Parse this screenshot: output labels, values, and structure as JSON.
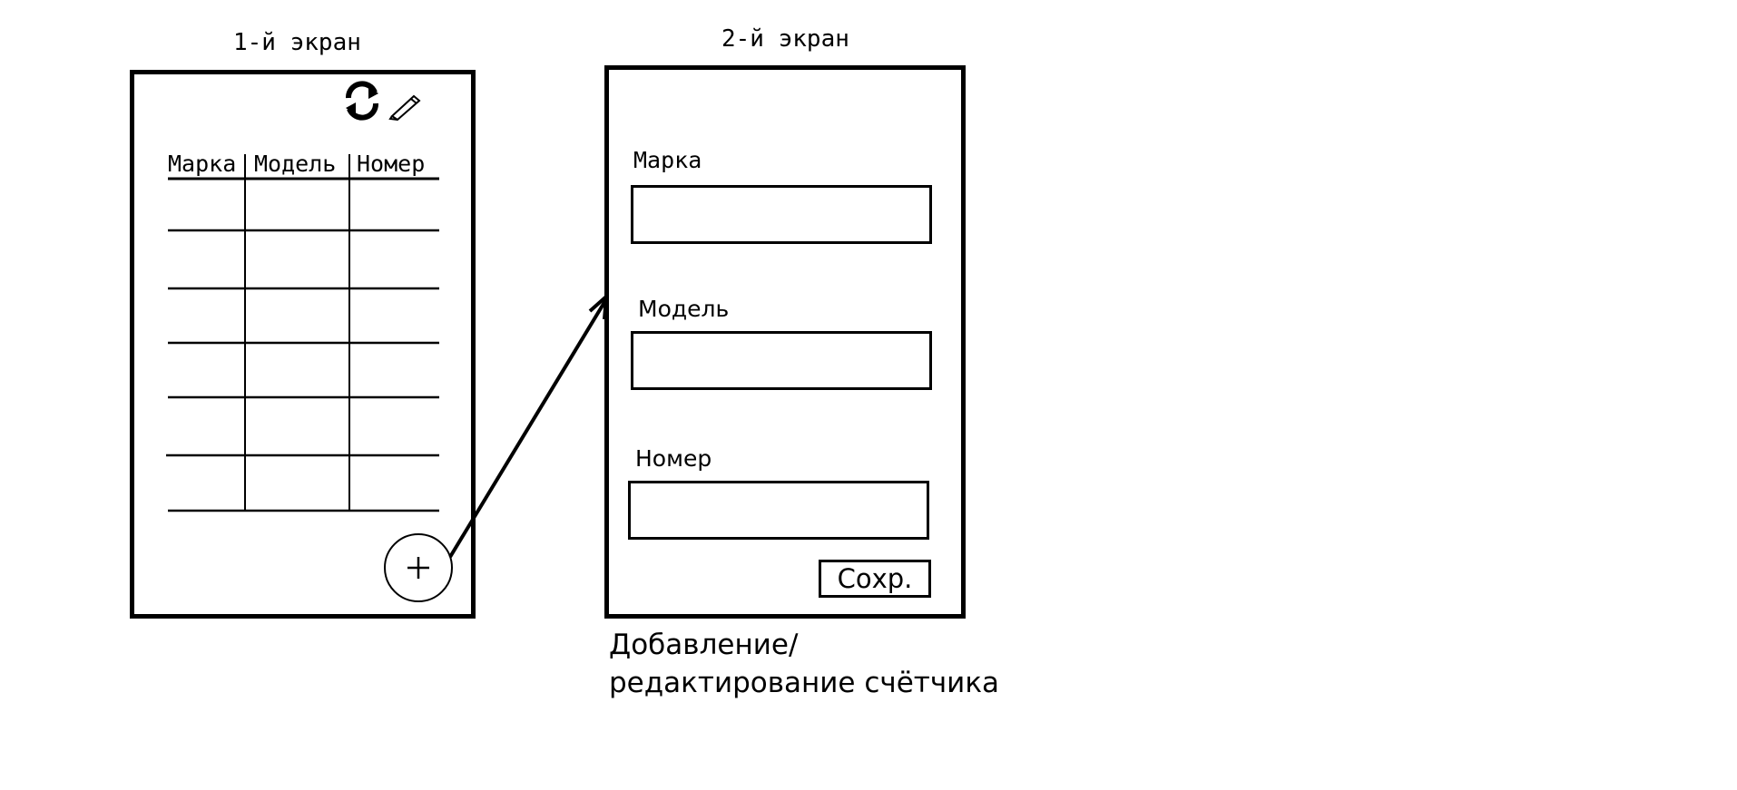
{
  "screen1": {
    "title": "1-й экран",
    "toolbar": {
      "icons": [
        "refresh-icon",
        "pencil-icon"
      ]
    },
    "table": {
      "columns": [
        "Марка",
        "Модель",
        "Номер"
      ],
      "row_count": 6
    },
    "fab": {
      "icon": "plus-icon"
    }
  },
  "screen2": {
    "title": "2-й экран",
    "fields": [
      {
        "label": "Марка",
        "value": ""
      },
      {
        "label": "Модель",
        "value": ""
      },
      {
        "label": "Номер",
        "value": ""
      }
    ],
    "save_label": "Сохр.",
    "caption_line1": "Добавление/",
    "caption_line2": "редактирование счётчика"
  },
  "connector": {
    "from": "screen1-fab",
    "to": "screen2"
  }
}
